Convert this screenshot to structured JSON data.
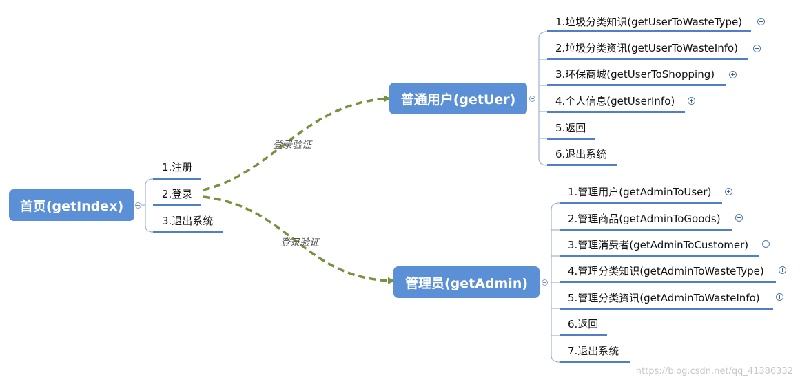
{
  "root": {
    "label": "首页(getIndex)"
  },
  "root_children": [
    "1.注册",
    "2.登录",
    "3.退出系统"
  ],
  "edge_labels": [
    "登录验证",
    "登录验证"
  ],
  "user": {
    "label": "普通用户(getUer)",
    "items": [
      {
        "label": "1.垃圾分类知识(getUserToWasteType)",
        "expandable": true
      },
      {
        "label": "2.垃圾分类资讯(getUserToWasteInfo)",
        "expandable": true
      },
      {
        "label": "3.环保商城(getUserToShopping)",
        "expandable": true
      },
      {
        "label": "4.个人信息(getUserInfo)",
        "expandable": true
      },
      {
        "label": "5.返回",
        "expandable": false
      },
      {
        "label": "6.退出系统",
        "expandable": false
      }
    ]
  },
  "admin": {
    "label": "管理员(getAdmin)",
    "items": [
      {
        "label": "1.管理用户(getAdminToUser)",
        "expandable": true
      },
      {
        "label": "2.管理商品(getAdminToGoods)",
        "expandable": true
      },
      {
        "label": "3.管理消费者(getAdminToCustomer)",
        "expandable": true
      },
      {
        "label": "4.管理分类知识(getAdminToWasteType)",
        "expandable": true
      },
      {
        "label": "5.管理分类资讯(getAdminToWasteInfo)",
        "expandable": true
      },
      {
        "label": "6.返回",
        "expandable": false
      },
      {
        "label": "7.退出系统",
        "expandable": false
      }
    ]
  },
  "watermark": "https://blog.csdn.net/qq_41386332",
  "colors": {
    "node_fill": "#5b8fd6",
    "underline": "#4f7fc4",
    "arrow": "#76923c",
    "connector": "#9fb4d0"
  }
}
